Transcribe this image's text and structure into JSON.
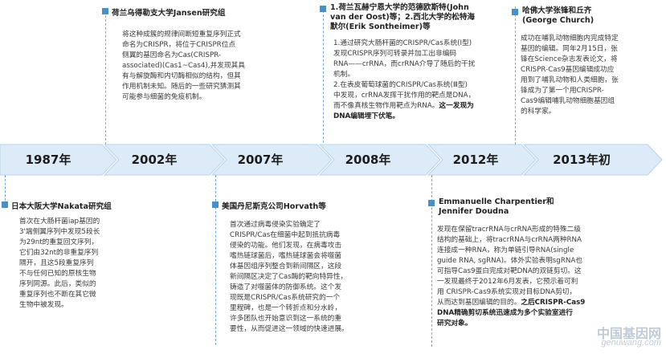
{
  "timeline": {
    "years": [
      "1987年",
      "2002年",
      "2007年",
      "2008年",
      "2012年",
      "2013年初"
    ],
    "colors": {
      "arrow_fill": "#dcebf7",
      "arrow_stroke": "#b9d3ea",
      "accent": "#4a90c8"
    }
  },
  "entries": {
    "nakata": {
      "title": "日本大阪大学Nakata研究组",
      "lines": [
        "首次在大肠杆菌iap基因的",
        "3'端侧翼序列中发现5段长",
        "为29nt的重复回文序列，",
        "它们由32nt的非重复序列",
        "隔开，且这5段重复序列",
        "不与任何已知的原核生物",
        "序列同源。此后，类似的",
        "重复序列也不断在其它微",
        "生物中被发现。"
      ]
    },
    "jansen": {
      "title": "荷兰乌得勒支大学Jansen研究组",
      "lines": [
        "将这种成簇的规律间断短重复序列正式",
        "命名为CRISPR，将位于CRISPR位点",
        "侧翼的基因命名为Cas(CRISPR-",
        "associated)(Cas1~Cas4),并发现其具",
        "有与解旋酶和内切酶相似的结构，但其",
        "作用机制未知。随后的一些研究猜测其",
        "可能参与细菌的免疫机制。"
      ]
    },
    "horvath": {
      "title": "美国丹尼斯克公司Horvath等",
      "lines": [
        "首次通过病毒侵染实验确定了",
        "CRISPR/Cas在细菌中起到抵抗病毒",
        "侵染的功能。他们发现，在病毒攻击",
        "嗜热链球菌后，嗜热链球菌会将噬菌",
        "体基因组序列整合到新间隔区，这段",
        "新间隔区决定了Cas酶的靶向特异性，",
        "铸造了对噬菌体的防御系统。这个发",
        "现既是CRISPR/Cas系统研究的一个",
        "里程碑，也是一个转折点和分水岭，",
        "许多团队也开始意识到这一系统的重",
        "要性，从而促进这一领域的快速进展。"
      ]
    },
    "oost": {
      "title_lines": [
        "1.荷兰瓦赫宁恩大学的范德欧斯特(John",
        "van der Oost)等；2.西北大学的松特海",
        "默尔(Erik Sontheimer)等"
      ],
      "p1": [
        "1.通过研究大肠杆菌的CRISPR/Cas系统(Ⅰ型)",
        "发现CRISPR序列可转录并加工出非编码",
        "RNA——crRNA，而crRNA介导了随后的干扰",
        "机制。"
      ],
      "p2_normal": [
        "2.在表皮葡萄球菌的CRISPR/Cas系统(Ⅲ型)",
        "中发现，crRNA发挥干扰作用的靶点是DNA，"
      ],
      "p2_mixed_normal": "而不像真核生物作用靶点为RNA。",
      "p2_mixed_bold": "这一发现为",
      "p2_bold_last": "DNA编辑埋下伏笔。"
    },
    "charpentier": {
      "title_lines": [
        "Emmanuelle Charpentier和",
        "Jennifer Doudna"
      ],
      "lines": [
        "发现在保留tracrRNA与crRNA形成的特殊二级",
        "结构的基础上，将tracrRNA与crRNA两种RNA",
        "连接成一种RNA，称为单链引导RNA(single",
        "guide RNA, sgRNA)。体外实验表明sgRNA也",
        "可指导Cas9蛋白完成对靶DNA的双链剪切。这",
        "一发现最终于2012年6月发表，它预示着可利",
        "用 CRISPR-Cas9系统实现对目标DNA剪切，"
      ],
      "mixed_normal": "从而达到基因编辑的目的。",
      "mixed_bold": "之后CRISPR-Cas9",
      "bold_lines": [
        "DNA精确剪切系统迅速成为多个实验室进行",
        "研究对象。"
      ]
    },
    "church": {
      "title_lines": [
        "哈佛大学张锋和丘齐",
        "(George Church)"
      ],
      "lines": [
        "成功在哺乳动物细胞内完成特定",
        "基因的编辑。同年2月15日，张",
        "锋在Science杂志发表论文，将",
        "CRISPR-Cas9基因编辑成功应",
        "用到了哺乳动物和人类细胞，张",
        "锋成为了第一个用CRISPR-",
        "Cas9编辑哺乳动物细胞基因组",
        "的科学家。"
      ]
    }
  },
  "watermark": {
    "cn": "中国基因网",
    "en": "genuwang.com"
  }
}
